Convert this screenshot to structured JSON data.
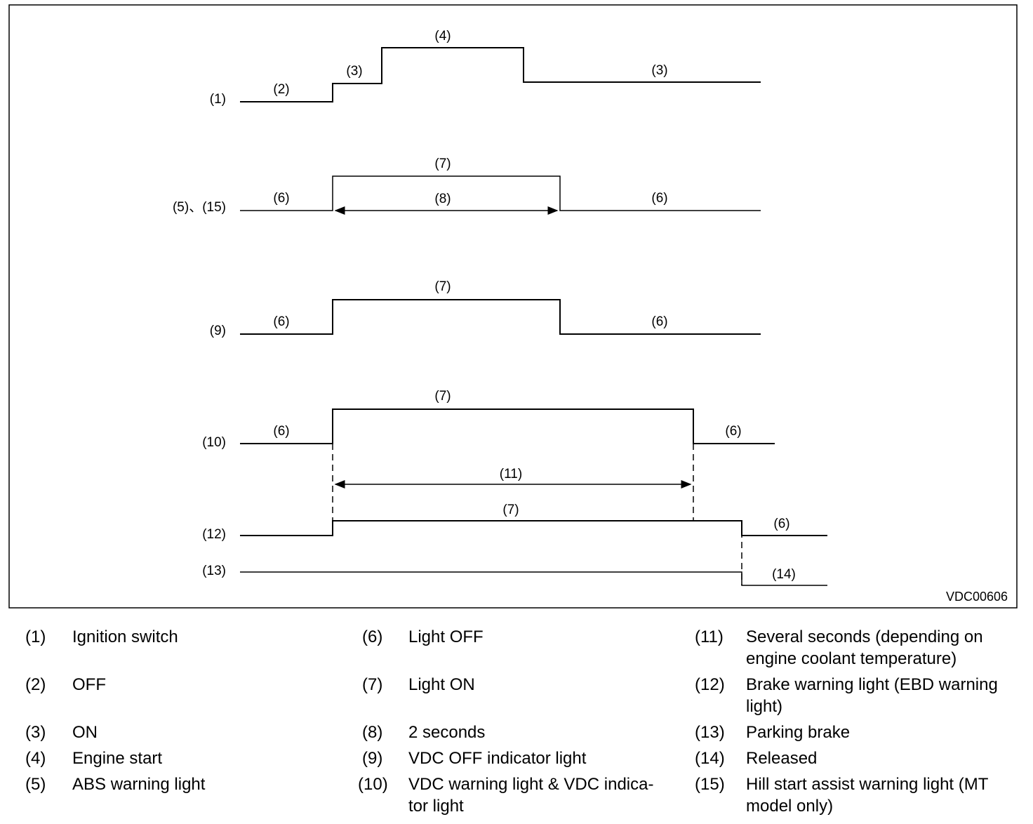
{
  "diagram": {
    "code": "VDC00606",
    "rows": {
      "ignition": {
        "label": "(1)",
        "states": [
          "(2)",
          "(3)",
          "(4)",
          "(3)"
        ]
      },
      "abs": {
        "label": "(5)、(15)",
        "states": [
          "(6)",
          "(7)",
          "(8)",
          "(6)"
        ]
      },
      "vdc_off": {
        "label": "(9)",
        "states": [
          "(6)",
          "(7)",
          "(6)"
        ]
      },
      "vdc_warning": {
        "label": "(10)",
        "states": [
          "(6)",
          "(7)",
          "(6)"
        ]
      },
      "interval": {
        "label": "(11)"
      },
      "brake": {
        "label": "(12)",
        "states": [
          "(7)",
          "(6)"
        ]
      },
      "parking": {
        "label": "(13)",
        "states": [
          "(14)"
        ]
      }
    }
  },
  "legend": [
    {
      "num": "(1)",
      "text": "Ignition switch"
    },
    {
      "num": "(2)",
      "text": "OFF"
    },
    {
      "num": "(3)",
      "text": "ON"
    },
    {
      "num": "(4)",
      "text": "Engine start"
    },
    {
      "num": "(5)",
      "text": "ABS warning light"
    },
    {
      "num": "(6)",
      "text": "Light OFF"
    },
    {
      "num": "(7)",
      "text": "Light ON"
    },
    {
      "num": "(8)",
      "text": "2 seconds"
    },
    {
      "num": "(9)",
      "text": "VDC OFF indicator light"
    },
    {
      "num": "(10)",
      "text": "VDC warning light & VDC indica- tor light"
    },
    {
      "num": "(11)",
      "text": "Several seconds (depending on engine coolant temperature)"
    },
    {
      "num": "(12)",
      "text": "Brake warning light (EBD warning light)"
    },
    {
      "num": "(13)",
      "text": "Parking brake"
    },
    {
      "num": "(14)",
      "text": "Released"
    },
    {
      "num": "(15)",
      "text": "Hill start assist warning light (MT model only)"
    }
  ]
}
